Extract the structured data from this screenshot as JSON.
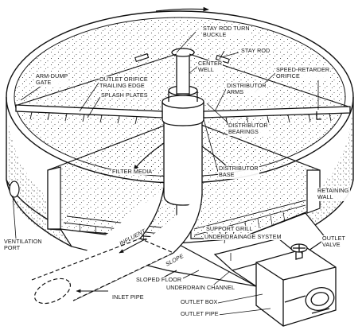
{
  "labels": {
    "stay_rod_turn_buckle": [
      "STAY ROD TURN",
      "BUCKLE"
    ],
    "stay_rod": "STAY ROD",
    "center_well": [
      "CENTER",
      "WELL"
    ],
    "speed_retarder_orifice": [
      "SPEED-RETARDER",
      "ORIFICE"
    ],
    "arm_dump_gate": [
      "ARM-DUMP",
      "GATE"
    ],
    "outlet_orifice_trailing_edge": [
      "OUTLET ORIFICE",
      "TRAILING EDGE"
    ],
    "splash_plates": "SPLASH PLATES",
    "distributor_arms": [
      "DISTRIBUTOR",
      "ARMS"
    ],
    "distributor_bearings": [
      "DISTRIBUTOR",
      "BEARINGS"
    ],
    "distributor_base": [
      "DISTRIBUTOR",
      "BASE"
    ],
    "filter_media": "FILTER MEDIA",
    "retaining_wall": [
      "RETAINING",
      "WALL"
    ],
    "influent": "INFLUENT",
    "slope": "SLOPE",
    "support_grill": "SUPPORT GRILL",
    "underdrainage_system": "UNDERDRAINAGE SYSTEM",
    "outlet_valve": [
      "OUTLET",
      "VALVE"
    ],
    "ventilation_port": [
      "VENTILATION",
      "PORT"
    ],
    "sloped_floor": "SLOPED FLOOR",
    "underdrain_channel": "UNDERDRAIN CHANNEL",
    "inlet_pipe": "INLET PIPE",
    "outlet_box": "OUTLET BOX",
    "outlet_pipe": "OUTLET PIPE"
  },
  "colors": {
    "ink": "#111111",
    "paper": "#ffffff",
    "stipple": "#2a2a2a"
  }
}
